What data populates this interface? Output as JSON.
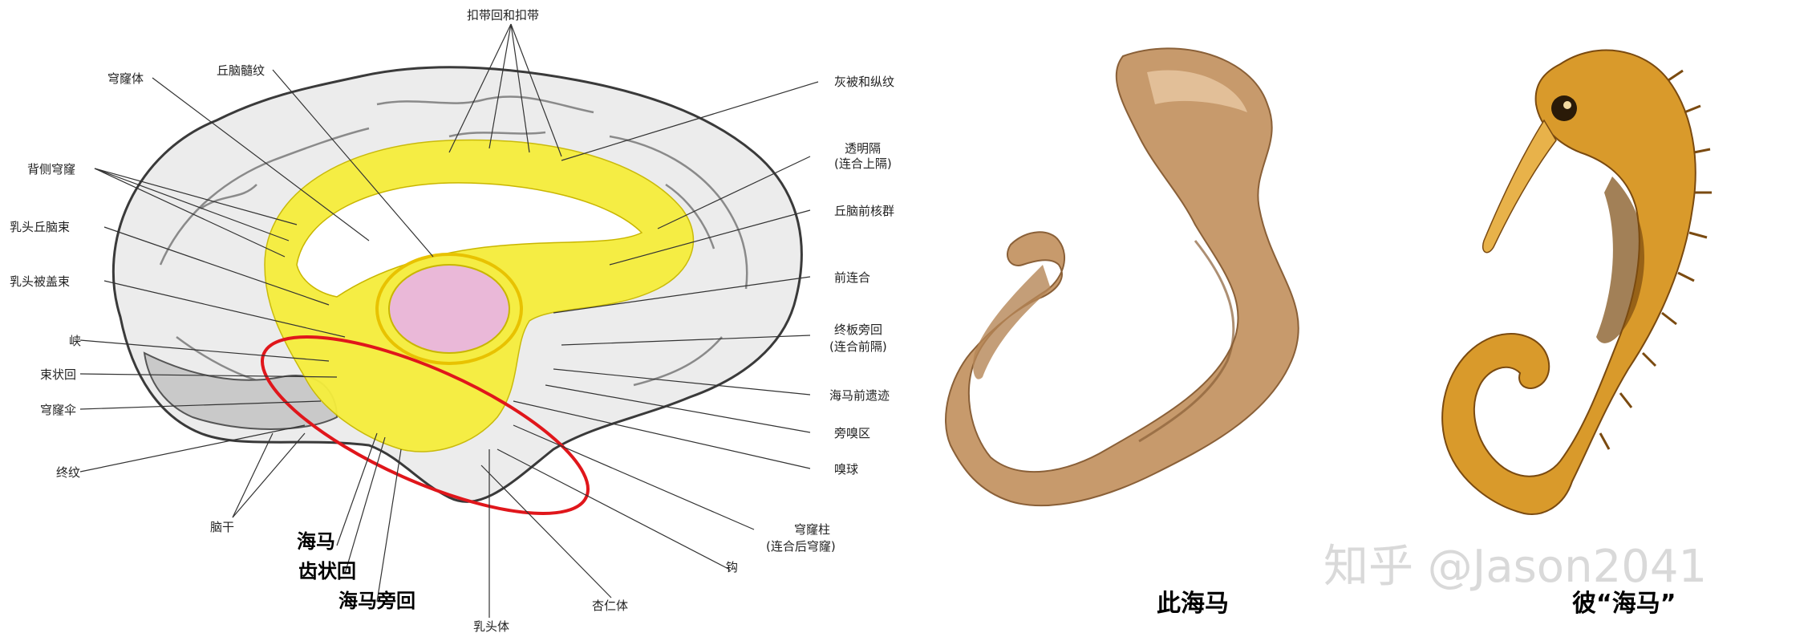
{
  "brain_labels": {
    "cingulate_top": "扣带回和扣带",
    "fornix_body": "穹窿体",
    "thalamic_medullary_stria": "丘脑髓纹",
    "dorsal_fornix": "背侧穹窿",
    "mammillothalamic_tract": "乳头丘脑束",
    "mammillotegmental_tract": "乳头被盖束",
    "isthmus": "峡",
    "fasciolar_gyrus": "束状回",
    "fornix_crus": "穹窿伞",
    "stria_terminalis": "终纹",
    "brainstem": "脑干",
    "indusium_griseum": "灰被和纵纹",
    "septum_pellucidum": "透明隔",
    "septum_pellucidum_sub": "(连合上隔)",
    "anterior_thalamic_nuclei": "丘脑前核群",
    "anterior_commissure": "前连合",
    "paraterminal_gyrus": "终板旁回",
    "paraterminal_gyrus_sub": "(连合前隔)",
    "hippocampal_rudiment": "海马前遗迹",
    "olfactory_area": "旁嗅区",
    "olfactory_bulb": "嗅球",
    "fornix_column": "穹窿柱",
    "fornix_column_sub": "(连合后穹窿)",
    "uncus": "钩",
    "amygdala": "杏仁体",
    "mammillary_body": "乳头体"
  },
  "highlight_labels": {
    "hippocampus": "海马",
    "dentate_gyrus": "齿状回",
    "parahippocampal_gyrus": "海马旁回"
  },
  "captions": {
    "this_hippocampus": "此海马",
    "that_hippocampus": "彼“海马”"
  },
  "watermark": "知乎 @Jason2041",
  "colors": {
    "highlight_ring": "#e0161b",
    "limbic_yellow": "#f6ee3c",
    "thalamus_pink": "#eab8d8",
    "brain_gray": "#ebebeb",
    "specimen": "#c79a6c",
    "seahorse": "#d99a2b"
  }
}
